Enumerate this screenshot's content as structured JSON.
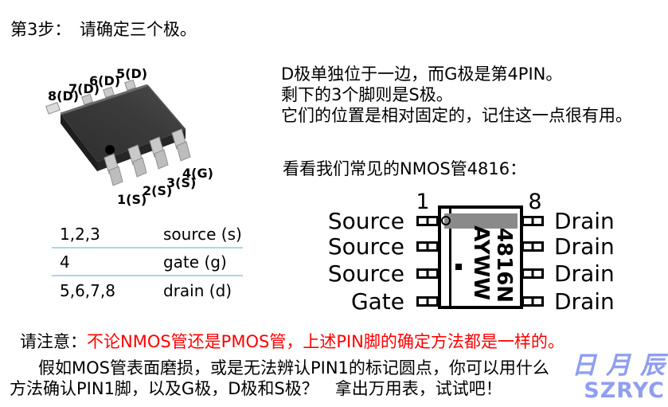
{
  "title": "第3步：　请确定三个极。",
  "photo": {
    "top_pin_labels": [
      "8(D)",
      "7(D)",
      "6(D)",
      "5(D)"
    ],
    "bottom_pin_labels": [
      "1(S)",
      "2(S)",
      "3(S)",
      "4(G)"
    ]
  },
  "pin_table": {
    "rows": [
      {
        "pins": "1,2,3",
        "role": "source (s)"
      },
      {
        "pins": "4",
        "role": "gate (g)"
      },
      {
        "pins": "5,6,7,8",
        "role": "drain (d)"
      }
    ]
  },
  "explain": {
    "line1": "D极单独位于一边，而G极是第4PIN。",
    "line2": "剩下的3个脚则是S极。",
    "line3": "它们的位置是相对固定的，记住这一点很有用。",
    "lead_in": "看看我们常见的NMOS管4816："
  },
  "diagram": {
    "left_pin_number": "1",
    "right_pin_number": "8",
    "left_labels": [
      "Source",
      "Source",
      "Source",
      "Gate"
    ],
    "right_labels": [
      "Drain",
      "Drain",
      "Drain",
      "Drain"
    ],
    "part_number": "4816N",
    "marking": "AYWW"
  },
  "notice": {
    "label": "请注意：",
    "warning": "不论NMOS管还是PMOS管，上述PIN脚的确定方法都是一样的。"
  },
  "question": {
    "line1": "假如MOS管表面磨损，或是无法辨认PIN1的标记圆点，你可以用什么",
    "line2": "方法确认PIN1脚，以及G极，D极和S极？　拿出万用表，试试吧！"
  },
  "watermark": {
    "cn": "日月辰",
    "en": "SZRYC"
  },
  "colors": {
    "warning_red": "#ff0000",
    "table_divider": "#a9d7ec",
    "diagram_bar_gray": "#8a8a8a",
    "watermark_blue": "#8f9ef0"
  }
}
